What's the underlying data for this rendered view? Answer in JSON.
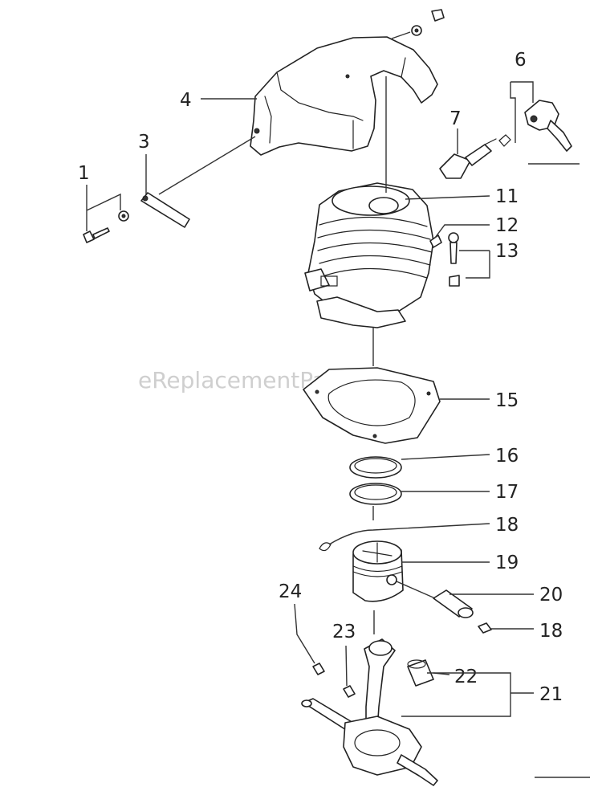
{
  "watermark": "eReplacementParts.com",
  "callouts": {
    "c1": "1",
    "c3": "3",
    "c4": "4",
    "c6": "6",
    "c7": "7",
    "c11": "11",
    "c12": "12",
    "c13": "13",
    "c15": "15",
    "c16": "16",
    "c17": "17",
    "c18a": "18",
    "c19": "19",
    "c20": "20",
    "c18b": "18",
    "c24": "24",
    "c23": "23",
    "c22": "22",
    "c21": "21"
  }
}
